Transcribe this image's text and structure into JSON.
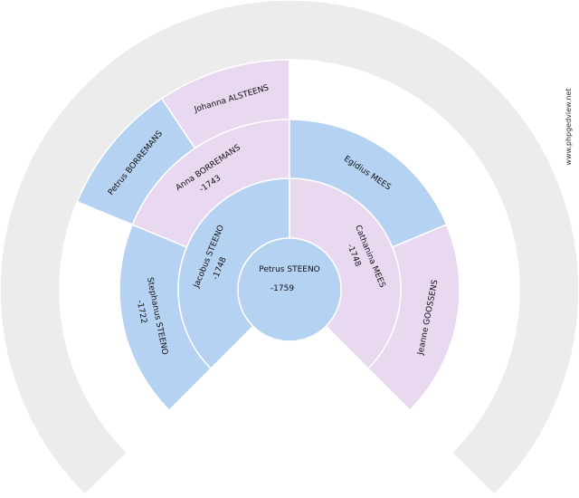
{
  "colors": {
    "background_ring": "#ececec",
    "male": "#b6d2f2",
    "female": "#e8d8f0",
    "border": "#ffffff"
  },
  "watermark": "www.phpgedview.net",
  "people": {
    "root": {
      "name": "Petrus STEENO",
      "date": "-1759",
      "sex": "male"
    },
    "father": {
      "name": "Jacobus STEENO",
      "date": "-1748",
      "sex": "male"
    },
    "mother": {
      "name": "Cathanina MEES",
      "date": "-1748",
      "sex": "female"
    },
    "father_father": {
      "name": "Stephanus STEENO",
      "date": "-1722",
      "sex": "male"
    },
    "father_mother": {
      "name": "Anna BORREMANS",
      "date": "-1743",
      "sex": "female"
    },
    "mother_father": {
      "name": "Egidius MEES",
      "date": "",
      "sex": "male"
    },
    "mother_mother": {
      "name": "Jeanne GOOSSENS",
      "date": "",
      "sex": "female"
    },
    "father_mother_father": {
      "name": "Petrus BORREMANS",
      "date": "",
      "sex": "male"
    },
    "father_mother_mother": {
      "name": "Johanna ALSTEENS",
      "date": "",
      "sex": "female"
    }
  }
}
